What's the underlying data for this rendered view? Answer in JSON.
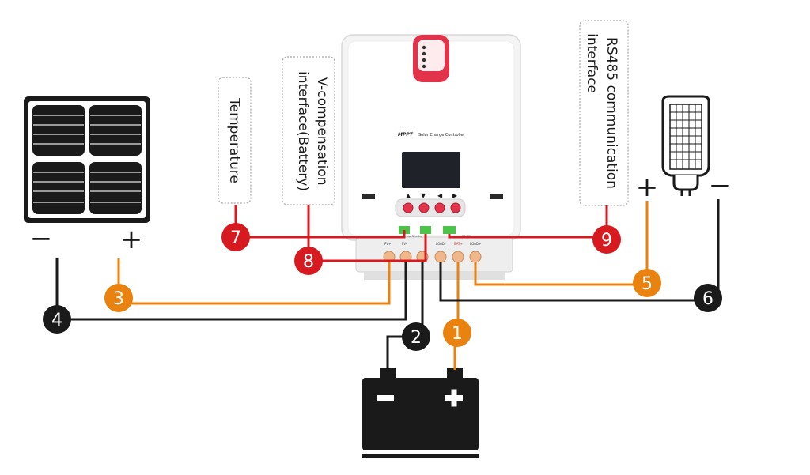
{
  "colors": {
    "red": "#d71920",
    "orange": "#e9820f",
    "black": "#1a1a1a",
    "controller_body": "#f4f4f4",
    "screen": "#1f2329",
    "green_terminal": "#4cc44a"
  },
  "callouts": {
    "c1": "1",
    "c2": "2",
    "c3": "3",
    "c4": "4",
    "c5": "5",
    "c6": "6",
    "c7": "7",
    "c8": "8",
    "c9": "9"
  },
  "labels": {
    "temperature": "Temperature",
    "vcomp_line1": "V-compensation",
    "vcomp_line2": "interface(Battery)",
    "rs485_line1": "RS485 communication",
    "rs485_line2": "interface"
  },
  "polarity": {
    "panel_minus": "−",
    "panel_plus": "+",
    "load_plus": "+",
    "load_minus": "−"
  },
  "controller": {
    "brand": "MPPT",
    "subtitle": "Solar Charge Controller",
    "terminals": {
      "pv_plus": "PV+",
      "pv_minus": "PV-",
      "load_minus": "LOAD-",
      "bat_plus": "BAT+",
      "load_plus": "LOAD+",
      "temp_sensing": "Temp Sensing",
      "rs485": "RS485"
    }
  },
  "icons": {
    "solar_panel": "solar-panel-icon",
    "battery": "battery-icon",
    "lamp": "street-lamp-icon"
  }
}
